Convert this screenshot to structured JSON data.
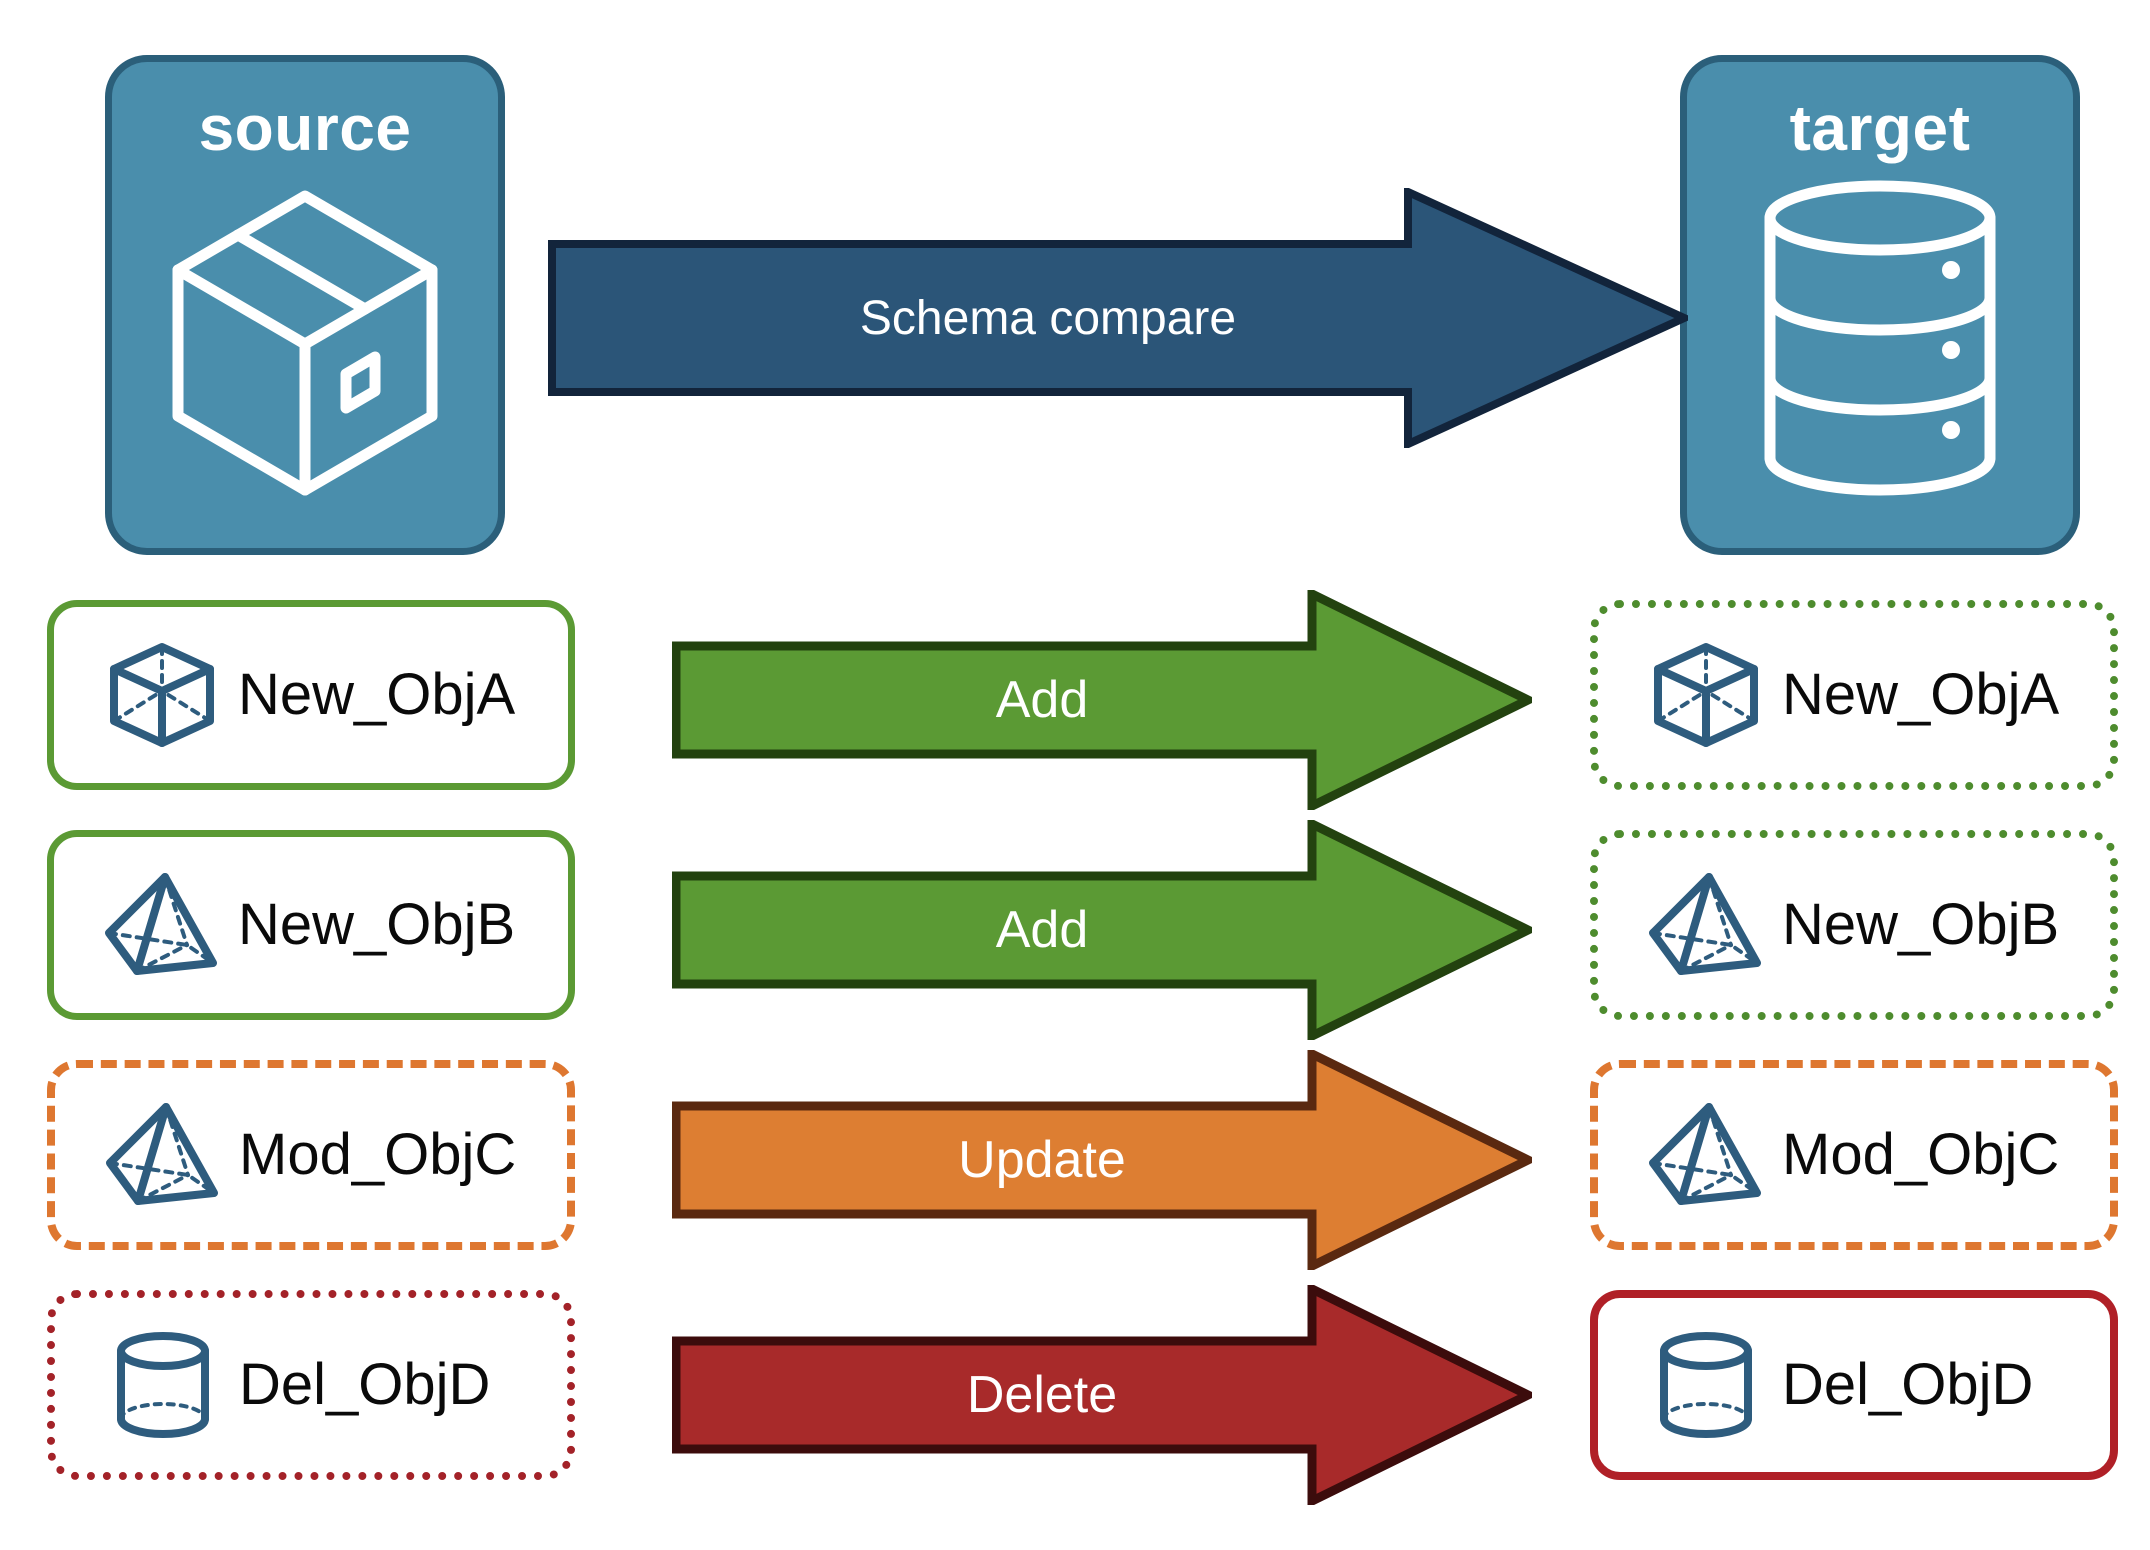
{
  "diagram": {
    "title_source": "source",
    "title_target": "target",
    "compare_arrow_label": "Schema compare"
  },
  "endpoints": [
    {
      "id": "source",
      "label": "source",
      "icon": "package-box-icon",
      "fill": "#4A8EAC",
      "stroke": "#2B5F7A"
    },
    {
      "id": "target",
      "label": "target",
      "icon": "database-cylinder-icon",
      "fill": "#4A8EAC",
      "stroke": "#2B5F7A"
    }
  ],
  "compare_arrow": {
    "label": "Schema compare",
    "fill": "#2B5578",
    "stroke": "#12243B"
  },
  "rows": [
    {
      "source": {
        "label": "New_ObjA",
        "icon": "wireframe-cube-icon",
        "border_style": "solid",
        "border_color": "#5B9A34"
      },
      "action": {
        "label": "Add",
        "fill": "#5B9A34",
        "stroke": "#23420F"
      },
      "target": {
        "label": "New_ObjA",
        "icon": "wireframe-cube-icon",
        "border_style": "dotted",
        "border_color": "#4E8C2E"
      }
    },
    {
      "source": {
        "label": "New_ObjB",
        "icon": "wireframe-pyramid-icon",
        "border_style": "solid",
        "border_color": "#5B9A34"
      },
      "action": {
        "label": "Add",
        "fill": "#5B9A34",
        "stroke": "#23420F"
      },
      "target": {
        "label": "New_ObjB",
        "icon": "wireframe-pyramid-icon",
        "border_style": "dotted",
        "border_color": "#4E8C2E"
      }
    },
    {
      "source": {
        "label": "Mod_ObjC",
        "icon": "wireframe-pyramid-icon",
        "border_style": "dashed",
        "border_color": "#DE7730"
      },
      "action": {
        "label": "Update",
        "fill": "#DD7E32",
        "stroke": "#5A2910"
      },
      "target": {
        "label": "Mod_ObjC",
        "icon": "wireframe-pyramid-icon",
        "border_style": "dashed",
        "border_color": "#DE7730"
      }
    },
    {
      "source": {
        "label": "Del_ObjD",
        "icon": "wireframe-cylinder-icon",
        "border_style": "dotted",
        "border_color": "#A32228"
      },
      "action": {
        "label": "Delete",
        "fill": "#A82A2A",
        "stroke": "#3C0C0C"
      },
      "target": {
        "label": "Del_ObjD",
        "icon": "wireframe-cylinder-icon",
        "border_style": "solid",
        "border_color": "#B02027"
      }
    }
  ],
  "palette": {
    "panel_fill": "#4A8EAC",
    "panel_stroke": "#2B5F7A",
    "icon_blue": "#2E5C7E",
    "add_green": "#5B9A34",
    "update_orange": "#DD7E32",
    "delete_red": "#A82A2A",
    "text_dark": "#0a0a0a",
    "background": "#FFFFFF"
  }
}
